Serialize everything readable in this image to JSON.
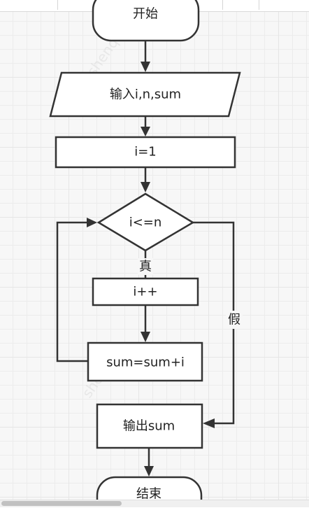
{
  "diagram": {
    "nodes": {
      "start": "开始",
      "input": "输入i,n,sum",
      "init": "i=1",
      "cond": "i<=n",
      "incr": "i++",
      "accum": "sum=sum+i",
      "output": "输出sum",
      "end": "结束"
    },
    "edge_labels": {
      "true": "真",
      "false": "假"
    }
  },
  "watermark": "shenqi"
}
